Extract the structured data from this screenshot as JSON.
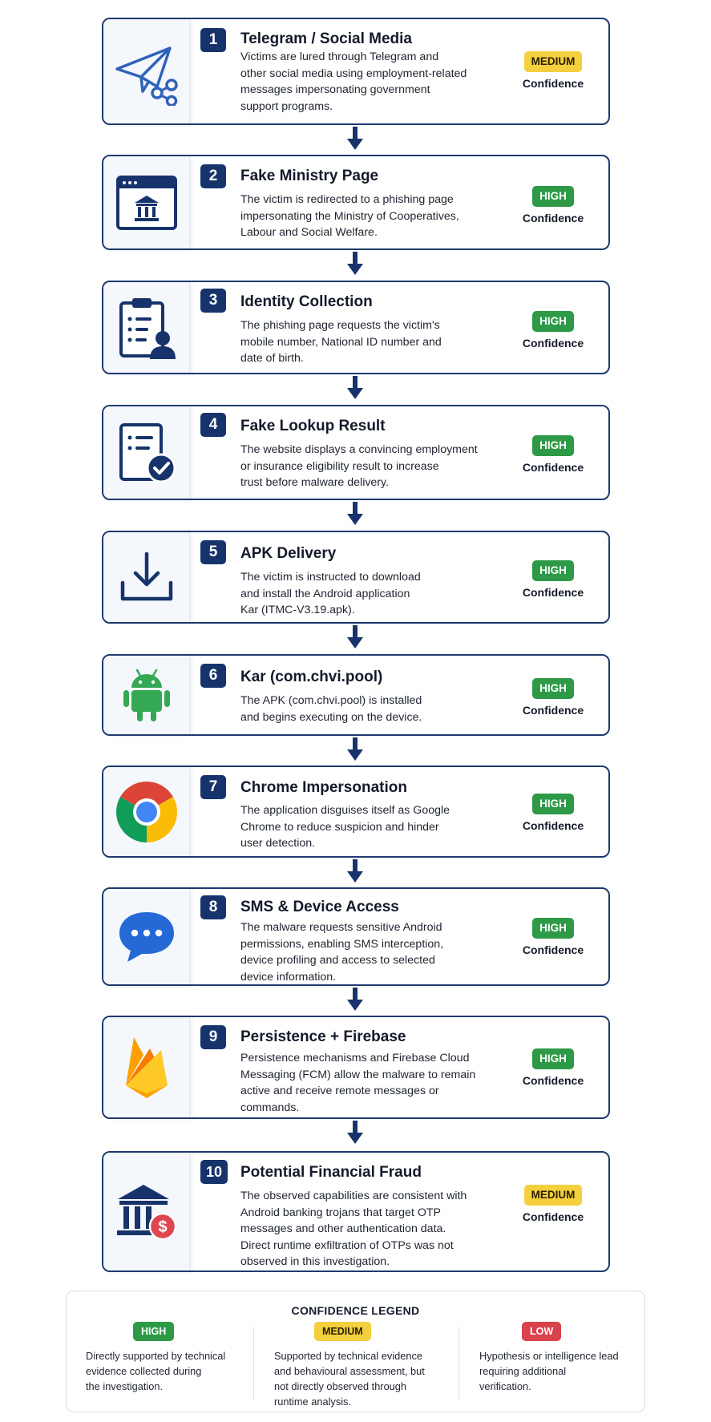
{
  "steps": [
    {
      "num": "1",
      "title": "Telegram / Social Media",
      "icon": "paper-plane-share-icon",
      "lines": [
        "Victims are lured through Telegram and",
        "other social media using employment-related",
        "messages impersonating government",
        "support programs."
      ],
      "confidence": "MEDIUM",
      "confidence_label": "Confidence"
    },
    {
      "num": "2",
      "title": "Fake Ministry Page",
      "icon": "browser-bank-icon",
      "lines": [
        "The victim is redirected to a phishing page",
        "impersonating the Ministry of Cooperatives,",
        "Labour and Social Welfare."
      ],
      "confidence": "HIGH",
      "confidence_label": "Confidence"
    },
    {
      "num": "3",
      "title": "Identity Collection",
      "icon": "clipboard-user-icon",
      "lines": [
        "The phishing page requests the victim's",
        "mobile number, National ID number and",
        "date of birth."
      ],
      "confidence": "HIGH",
      "confidence_label": "Confidence"
    },
    {
      "num": "4",
      "title": "Fake Lookup Result",
      "icon": "document-check-icon",
      "lines": [
        "The website displays a convincing employment",
        "or insurance eligibility result to increase",
        "trust before malware delivery."
      ],
      "confidence": "HIGH",
      "confidence_label": "Confidence"
    },
    {
      "num": "5",
      "title": "APK Delivery",
      "icon": "download-icon",
      "lines": [
        "The victim is instructed to download",
        "and install the Android application",
        "Kar (ITMC-V3.19.apk)."
      ],
      "confidence": "HIGH",
      "confidence_label": "Confidence"
    },
    {
      "num": "6",
      "title": "Kar (com.chvi.pool)",
      "icon": "android-icon",
      "lines": [
        "The APK (com.chvi.pool) is installed",
        "and begins executing on the device."
      ],
      "confidence": "HIGH",
      "confidence_label": "Confidence"
    },
    {
      "num": "7",
      "title": "Chrome Impersonation",
      "icon": "chrome-icon",
      "lines": [
        "The application disguises itself as Google",
        "Chrome to reduce suspicion and hinder",
        "user detection."
      ],
      "confidence": "HIGH",
      "confidence_label": "Confidence"
    },
    {
      "num": "8",
      "title": "SMS & Device Access",
      "icon": "chat-bubble-icon",
      "lines": [
        "The malware requests sensitive Android",
        "permissions, enabling SMS interception,",
        "device profiling and access to selected",
        "device information."
      ],
      "confidence": "HIGH",
      "confidence_label": "Confidence"
    },
    {
      "num": "9",
      "title": "Persistence + Firebase",
      "icon": "firebase-icon",
      "lines": [
        "Persistence mechanisms and Firebase Cloud",
        "Messaging (FCM) allow the malware to remain",
        "active and receive remote messages or",
        "commands."
      ],
      "confidence": "HIGH",
      "confidence_label": "Confidence"
    },
    {
      "num": "10",
      "title": "Potential Financial Fraud",
      "icon": "bank-dollar-icon",
      "lines": [
        "The observed capabilities are consistent with",
        "Android banking trojans that target OTP",
        "messages and other authentication data.",
        "Direct runtime exfiltration of OTPs was not",
        "observed in this investigation."
      ],
      "confidence": "MEDIUM",
      "confidence_label": "Confidence"
    }
  ],
  "legend": {
    "title": "CONFIDENCE LEGEND",
    "items": [
      {
        "label": "HIGH",
        "lines": [
          "Directly supported by technical",
          "evidence collected during",
          "the investigation."
        ]
      },
      {
        "label": "MEDIUM",
        "lines": [
          "Supported by technical evidence",
          "and behavioural assessment, but",
          "not directly observed through",
          "runtime analysis."
        ]
      },
      {
        "label": "LOW",
        "lines": [
          "Hypothesis or intelligence lead",
          "requiring additional",
          "verification."
        ]
      }
    ]
  },
  "colors": {
    "navy": "#17336b",
    "high": "#2e9a48",
    "medium": "#f4cf3e",
    "low": "#d9434e"
  }
}
